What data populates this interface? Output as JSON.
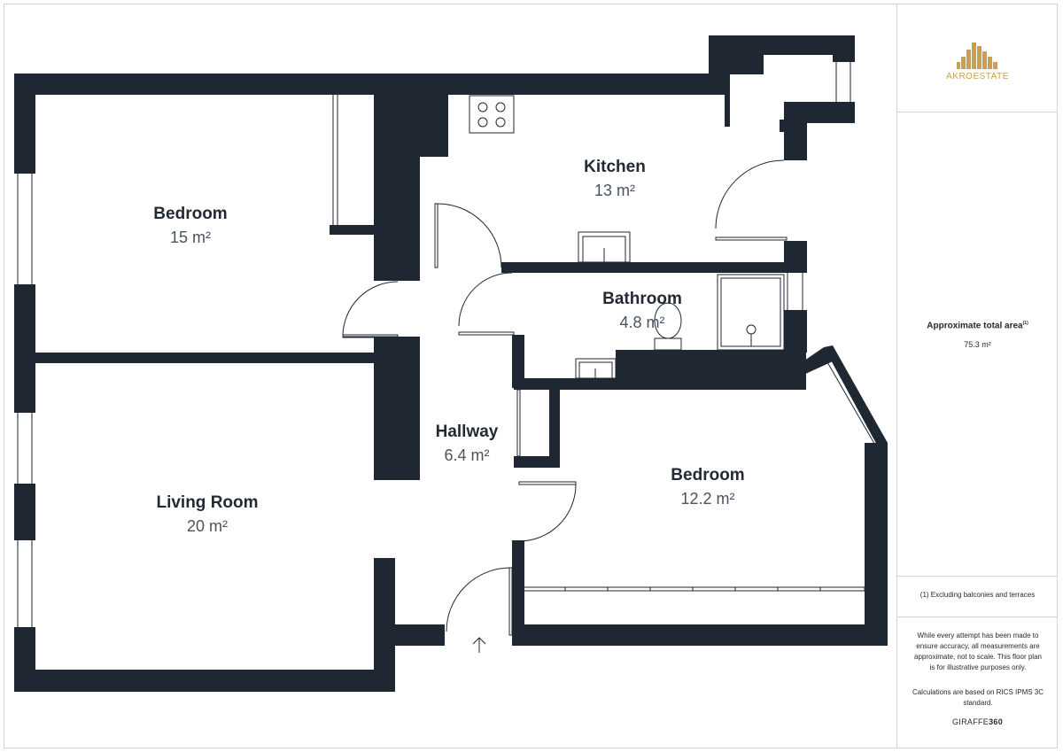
{
  "brand_logo": {
    "text": "AKROESTATE",
    "color": "#c9a14a"
  },
  "rooms": [
    {
      "name": "Bedroom",
      "area": "15 m²"
    },
    {
      "name": "Kitchen",
      "area": "13 m²"
    },
    {
      "name": "Bathroom",
      "area": "4.8 m²"
    },
    {
      "name": "Hallway",
      "area": "6.4 m²"
    },
    {
      "name": "Living Room",
      "area": "20 m²"
    },
    {
      "name": "Bedroom",
      "area": "12.2 m²"
    }
  ],
  "sidebar": {
    "area_title": "Approximate total area",
    "area_note_mark": "(1)",
    "area_value": "75.3 m²",
    "footnote": "(1) Excluding balconies and terraces",
    "disclaimer": "While every attempt has been made to ensure accuracy, all measurements are approximate, not to scale. This floor plan is for illustrative purposes only.",
    "calculation_note": "Calculations are based on RICS IPMS 3C standard.",
    "brand_prefix": "GIRAFFE",
    "brand_suffix": "360"
  },
  "colors": {
    "wall": "#1f2733",
    "text": "#232a33",
    "area_text": "#4a5360",
    "border": "#cfd3d8"
  }
}
